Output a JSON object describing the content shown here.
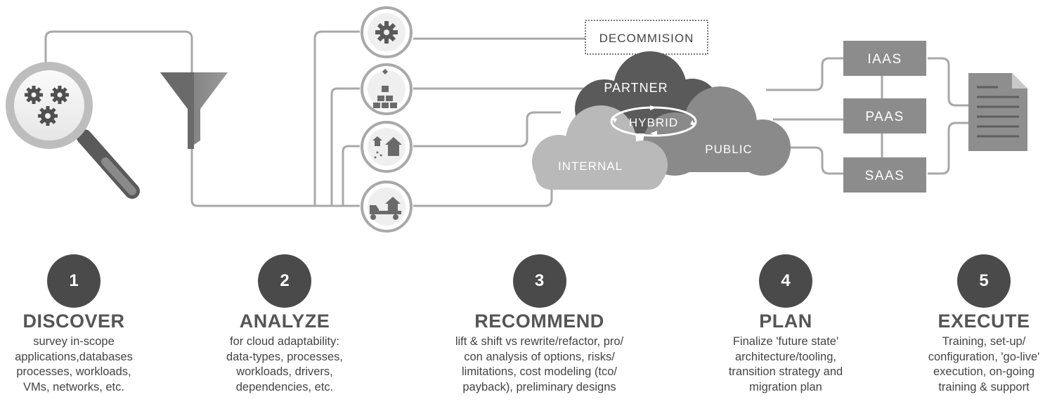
{
  "diagram": {
    "decommission_label": "DECOMMISION",
    "clouds": {
      "partner": "PARTNER",
      "hybrid": "HYBRID",
      "public": "PUBLIC",
      "internal": "INTERNAL"
    },
    "service_models": [
      "IAAS",
      "PAAS",
      "SAAS"
    ],
    "icons": {
      "discover": "magnifier-gears-icon",
      "filter": "funnel-icon",
      "strategy_1": "gear-icon",
      "strategy_2": "boxes-stack-icon",
      "strategy_3": "house-move-icon",
      "strategy_4": "truck-house-icon",
      "output": "document-icon"
    },
    "colors": {
      "line": "#a8a8a8",
      "partner_cloud": "#5a5a5a",
      "public_cloud": "#8a8a8a",
      "internal_cloud": "#b9b9b9",
      "service_box": "#8c8c8c",
      "step_circle": "#4a4a4a"
    }
  },
  "steps": [
    {
      "number": "1",
      "title": "DISCOVER",
      "lines": [
        "survey in-scope",
        "applications,databases",
        "processes, workloads,",
        "VMs, networks, etc."
      ]
    },
    {
      "number": "2",
      "title": "ANALYZE",
      "lines": [
        "for cloud adaptability:",
        "data-types, processes,",
        "workloads, drivers,",
        "dependencies, etc."
      ]
    },
    {
      "number": "3",
      "title": "RECOMMEND",
      "lines": [
        "lift & shift vs rewrite/refactor, pro/",
        "con analysis of options, risks/",
        "limitations, cost modeling (tco/",
        "payback), preliminary designs"
      ]
    },
    {
      "number": "4",
      "title": "PLAN",
      "lines": [
        "Finalize 'future state'",
        "architecture/tooling,",
        "transition strategy and",
        "migration plan"
      ]
    },
    {
      "number": "5",
      "title": "EXECUTE",
      "lines": [
        "Training, set-up/",
        "configuration, 'go-live'",
        "execution, on-going",
        "training & support"
      ]
    }
  ]
}
